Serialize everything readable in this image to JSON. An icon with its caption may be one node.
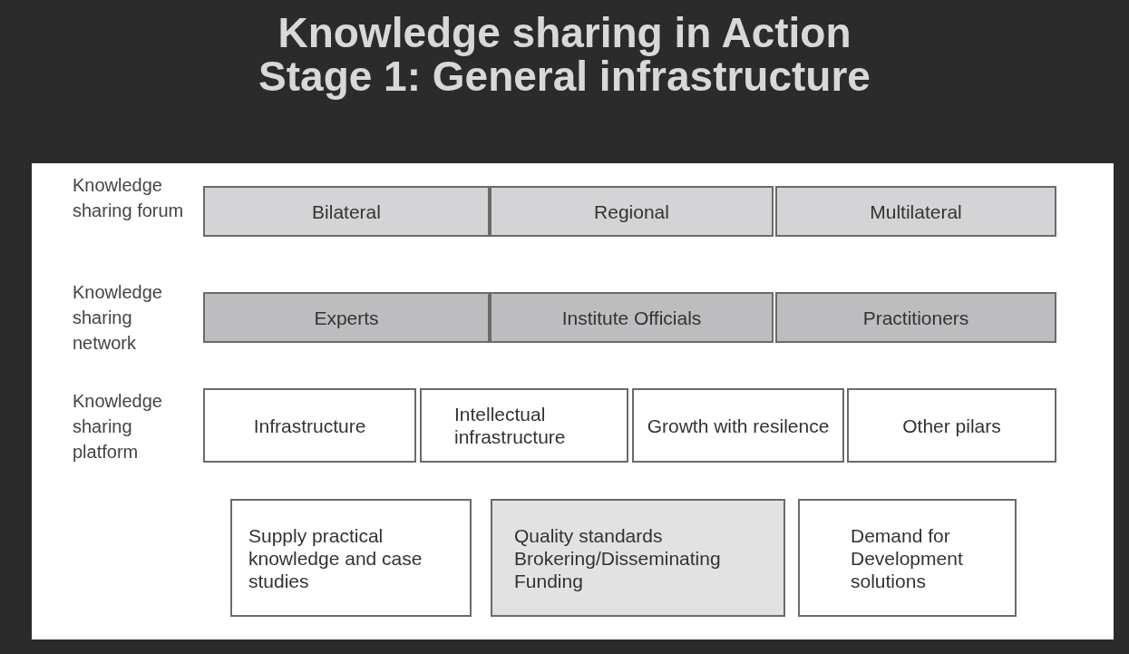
{
  "diagram": {
    "title": "Knowledge sharing in Action Stage 1: General infrastructure",
    "nodes": [
      {
        "text": [
          "Bilateral"
        ]
      },
      {
        "text": [
          "Regional"
        ]
      },
      {
        "text": [
          "Multilateral"
        ]
      },
      {
        "text": [
          "Experts"
        ]
      },
      {
        "text": [
          "Institute Officials"
        ]
      },
      {
        "text": [
          "Practitioners"
        ]
      },
      {
        "text": [
          "Infrastructure"
        ]
      },
      {
        "text": [
          "Intellectual infrastructure"
        ]
      },
      {
        "text": [
          "Growth with resilence"
        ]
      },
      {
        "text": [
          "Other pilars"
        ]
      },
      {
        "text": [
          "Supply practical knowledge and case studies"
        ]
      },
      {
        "text": [
          "Quality standards",
          "Brokering/Disseminating",
          "Funding"
        ]
      },
      {
        "text": [
          "Demand for Development solutions"
        ]
      }
    ],
    "edges": [],
    "labels": [
      "Knowledge sharing forum",
      "Knowledge sharing network",
      "Knowledge sharing platform"
    ]
  }
}
